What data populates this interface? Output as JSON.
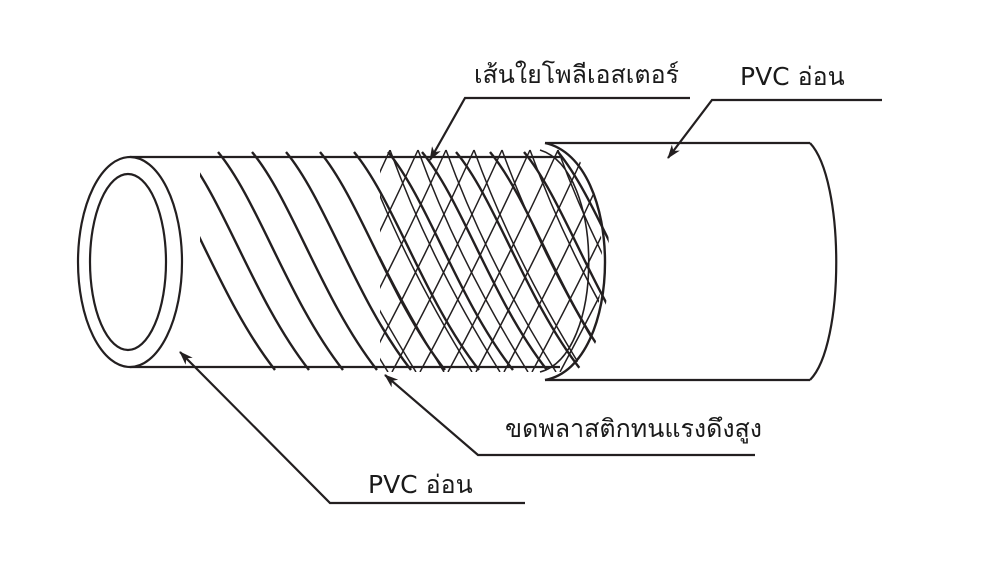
{
  "labels": {
    "polyester_fiber": "เส้นใยโพลีเอสเตอร์",
    "outer_pvc": "PVC อ่อน",
    "plastic_coil": "ขดพลาสติกทนแรงดึงสูง",
    "inner_pvc": "PVC อ่อน"
  },
  "colors": {
    "stroke": "#231f20",
    "background": "#ffffff"
  }
}
